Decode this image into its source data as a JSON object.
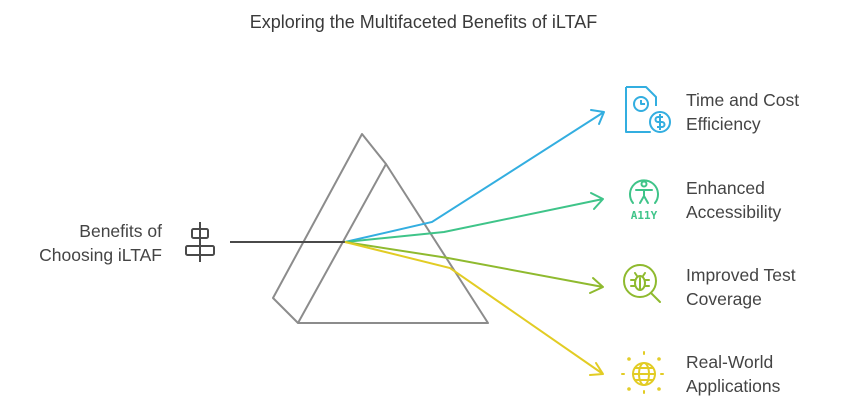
{
  "title": "Exploring the Multifaceted Benefits of iLTAF",
  "source": {
    "line1": "Benefits of",
    "line2": "Choosing iLTAF",
    "icon": "align-center-icon",
    "color": "#4a4a4a"
  },
  "outputs": [
    {
      "line1": "Time and Cost",
      "line2": "Efficiency",
      "icon": "clock-dollar-document-icon",
      "color": "#33aee0"
    },
    {
      "line1": "Enhanced",
      "line2": "Accessibility",
      "icon": "accessibility-a11y-icon",
      "icon_text": "A11Y",
      "color": "#3fc489"
    },
    {
      "line1": "Improved Test",
      "line2": "Coverage",
      "icon": "bug-magnifier-icon",
      "color": "#8fba2f"
    },
    {
      "line1": "Real-World",
      "line2": "Applications",
      "icon": "globe-icon",
      "color": "#e2cc24"
    }
  ],
  "prism_color": "#8c8c8c"
}
